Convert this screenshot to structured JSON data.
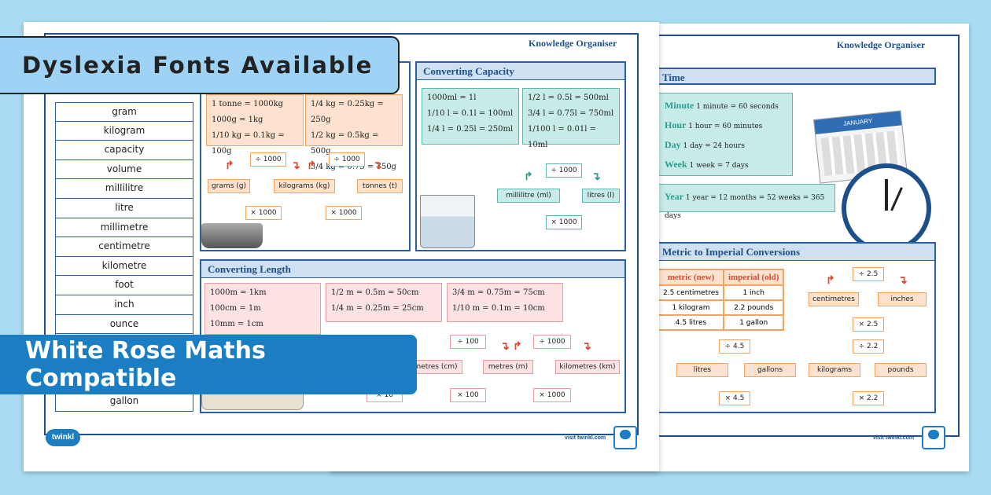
{
  "banners": {
    "top": "Dyslexia Fonts Available",
    "bottom": "White Rose Maths Compatible"
  },
  "sheet_left": {
    "header": "Knowledge Organiser",
    "vocab": [
      "gram",
      "kilogram",
      "capacity",
      "volume",
      "millilitre",
      "litre",
      "millimetre",
      "centimetre",
      "kilometre",
      "foot",
      "inch",
      "ounce",
      "gallon"
    ],
    "mass": {
      "box1": [
        "1 tonne = 1000kg",
        "1000g = 1kg",
        "1/10 kg = 0.1kg = 100g"
      ],
      "box2": [
        "1/4 kg = 0.25kg = 250g",
        "1/2 kg = 0.5kg = 500g",
        "3/4 kg = 0.75 = 750g"
      ],
      "tags": {
        "g": "grams (g)",
        "kg": "kilograms (kg)",
        "t": "tonnes (t)",
        "div1": "÷ 1000",
        "div2": "÷ 1000",
        "mul1": "× 1000",
        "mul2": "× 1000"
      }
    },
    "capacity": {
      "title": "Converting Capacity",
      "box1": [
        "1000ml = 1l",
        "1/10 l = 0.1l = 100ml",
        "1/4 l = 0.25l = 250ml"
      ],
      "box2": [
        "1/2 l = 0.5l = 500ml",
        "3/4 l = 0.75l = 750ml",
        "1/100 l = 0.01l = 10ml"
      ],
      "tags": {
        "ml": "millilitre (ml)",
        "l": "litres (l)",
        "div": "÷ 1000",
        "mul": "× 1000"
      }
    },
    "length": {
      "title": "Converting Length",
      "box1": [
        "1000m = 1km",
        "100cm = 1m",
        "10mm = 1cm"
      ],
      "box2": [
        "1/2 m = 0.5m = 50cm",
        "1/4 m = 0.25m = 25cm"
      ],
      "box3": [
        "3/4 m = 0.75m = 75cm",
        "1/10 m = 0.1m = 10cm"
      ],
      "tags": {
        "cm": "metres (cm)",
        "m": "metres (m)",
        "km": "kilometres (km)",
        "div1": "÷ 100",
        "div2": "÷ 1000",
        "mul0": "× 10",
        "mul1": "× 100",
        "mul2": "× 1000"
      }
    },
    "footer": {
      "logo": "twinkl",
      "visit": "visit twinkl.com"
    }
  },
  "sheet_right": {
    "header": "Knowledge Organiser",
    "time": {
      "title": "Time",
      "lines": [
        {
          "unit": "Minute",
          "text": "1 minute = 60 seconds"
        },
        {
          "unit": "Hour",
          "text": "1 hour = 60 minutes"
        },
        {
          "unit": "Day",
          "text": "1 day = 24 hours"
        },
        {
          "unit": "Week",
          "text": "1 week = 7 days"
        }
      ],
      "year": {
        "unit": "Year",
        "text": "1 year = 12 months = 52 weeks = 365 days"
      },
      "calendar_month": "JANUARY"
    },
    "imperial": {
      "title": "Metric to Imperial Conversions",
      "headers": [
        "metric (new)",
        "imperial (old)"
      ],
      "rows": [
        [
          "2.5 centimetres",
          "1 inch"
        ],
        [
          "1 kilogram",
          "2.2 pounds"
        ],
        [
          "4.5 litres",
          "1 gallon"
        ]
      ],
      "tags": {
        "cm": "centimetres",
        "in": "inches",
        "d25": "÷ 2.5",
        "m25": "× 2.5",
        "lit": "litres",
        "gal": "gallons",
        "d45": "÷ 4.5",
        "m45": "× 4.5",
        "kg": "kilograms",
        "lb": "pounds",
        "d22": "÷ 2.2",
        "m22": "× 2.2"
      }
    },
    "footer": {
      "visit": "visit twinkl.com"
    }
  }
}
